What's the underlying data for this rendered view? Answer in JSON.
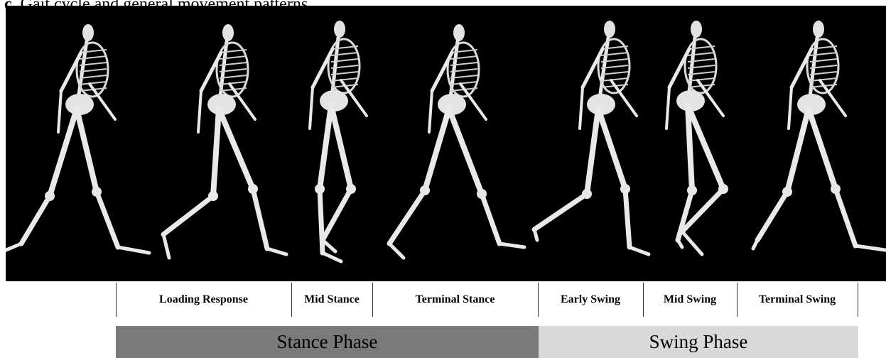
{
  "caption": {
    "prefix": "c.",
    "text": "Gait cycle and general movement patterns."
  },
  "figures": [
    {
      "name": "skeleton-1",
      "pose": "heel-strike"
    },
    {
      "name": "skeleton-2",
      "pose": "loading-response"
    },
    {
      "name": "skeleton-3",
      "pose": "mid-stance"
    },
    {
      "name": "skeleton-4",
      "pose": "terminal-stance"
    },
    {
      "name": "skeleton-5",
      "pose": "early-swing"
    },
    {
      "name": "skeleton-6",
      "pose": "mid-swing"
    },
    {
      "name": "skeleton-7",
      "pose": "terminal-swing"
    }
  ],
  "subphases": [
    {
      "label": "Loading Response"
    },
    {
      "label": "Mid Stance"
    },
    {
      "label": "Terminal Stance"
    },
    {
      "label": "Early Swing"
    },
    {
      "label": "Mid Swing"
    },
    {
      "label": "Terminal Swing"
    }
  ],
  "phases": {
    "stance": {
      "label": "Stance Phase",
      "color": "#7a7a7a"
    },
    "swing": {
      "label": "Swing Phase",
      "color": "#d9d9d9"
    }
  }
}
